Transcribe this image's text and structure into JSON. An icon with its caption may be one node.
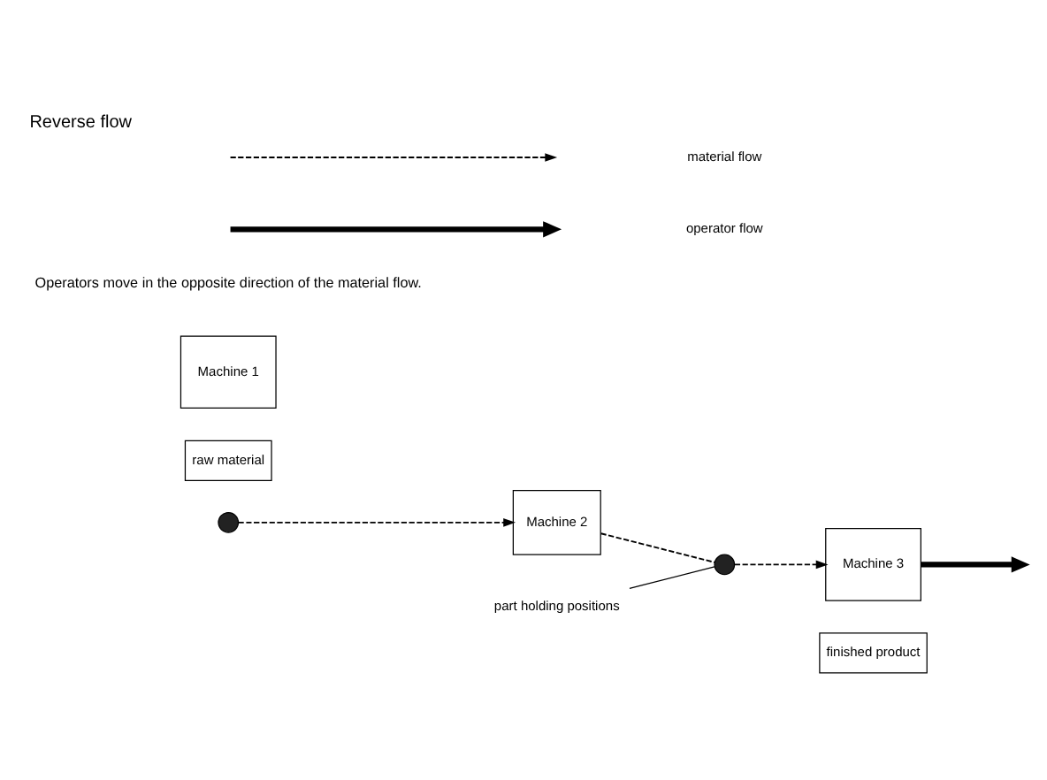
{
  "diagram": {
    "title": "Reverse flow",
    "nodes": [
      {
        "text": [
          "finished product"
        ]
      },
      {
        "text": [
          "Machine 3"
        ]
      },
      {
        "text": [
          "Machine 2"
        ]
      },
      {
        "text": [
          "raw material"
        ]
      },
      {
        "text": [
          "Machine 1"
        ]
      },
      {
        "text": [],
        "shape": "circle"
      },
      {
        "text": [],
        "shape": "circle"
      },
      {
        "text": [
          "part holding positions"
        ]
      }
    ],
    "edges": [
      {
        "from": 6,
        "to": 2,
        "arrow": "to",
        "style": "dashed"
      },
      {
        "from": 2,
        "to": 5,
        "arrow": "none",
        "style": "dashed"
      },
      {
        "from": 5,
        "to": 1,
        "arrow": "to",
        "style": "dashed"
      },
      {
        "from": 1,
        "to": null,
        "arrow": "to",
        "style": "thick"
      },
      {
        "from": 7,
        "to": 5,
        "arrow": "none"
      }
    ],
    "labels": [
      "Operators move in the opposite direction of the material flow."
    ],
    "legend": [
      {
        "text": "material flow"
      },
      {
        "text": "operator flow"
      }
    ]
  }
}
